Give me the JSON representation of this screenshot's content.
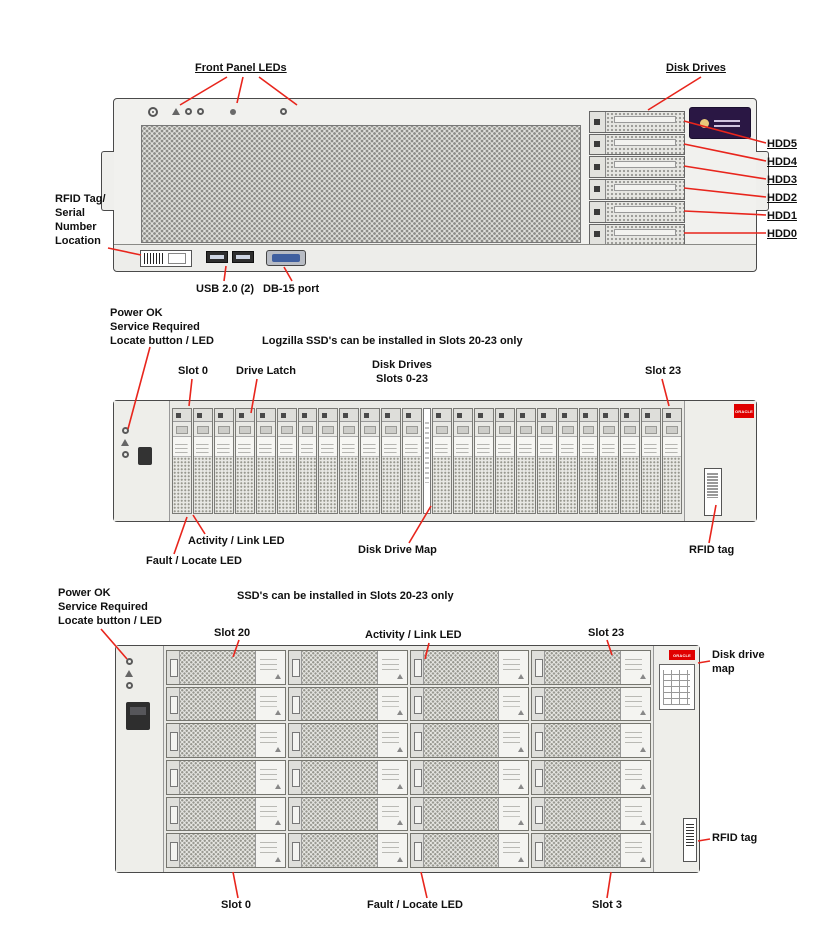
{
  "colors": {
    "callout_red": "#e8251c",
    "oracle_red": "#e00000"
  },
  "top_unit": {
    "front_panel_leds_label": "Front Panel LEDs",
    "disk_drives_label": "Disk Drives",
    "hdd_labels": [
      "HDD5",
      "HDD4",
      "HDD3",
      "HDD2",
      "HDD1",
      "HDD0"
    ],
    "drive_count": 6,
    "rfid_lines": [
      "RFID Tag/",
      "Serial",
      "Number",
      "Location"
    ],
    "usb_label": "USB 2.0 (2)",
    "db15_label": "DB-15 port"
  },
  "middle_unit": {
    "slot_count": 24,
    "power_ok_label": "Power OK",
    "service_required_label": "Service Required",
    "locate_label": "Locate button / LED",
    "logzilla_note": "Logzilla SSD's can be installed in Slots 20-23 only",
    "slot0_label": "Slot 0",
    "drive_latch_label": "Drive Latch",
    "disk_drives_lines": [
      "Disk Drives",
      "Slots 0-23"
    ],
    "slot23_label": "Slot 23",
    "activity_label": "Activity / Link LED",
    "fault_label": "Fault / Locate LED",
    "disk_drive_map_label": "Disk Drive Map",
    "rfid_tag_label": "RFID tag",
    "oracle_badge": "ORACLE"
  },
  "bottom_unit": {
    "rows": 6,
    "cols": 4,
    "power_ok_label": "Power OK",
    "service_required_label": "Service Required",
    "locate_label": "Locate button / LED",
    "ssd_note": "SSD's can be installed in Slots 20-23 only",
    "slot20_label": "Slot 20",
    "activity_label": "Activity / Link LED",
    "slot23_label": "Slot 23",
    "disk_drive_map_lines": [
      "Disk drive",
      "map"
    ],
    "rfid_tag_label": "RFID tag",
    "slot0_label": "Slot 0",
    "fault_label": "Fault / Locate LED",
    "slot3_label": "Slot 3",
    "oracle_badge": "ORACLE"
  }
}
